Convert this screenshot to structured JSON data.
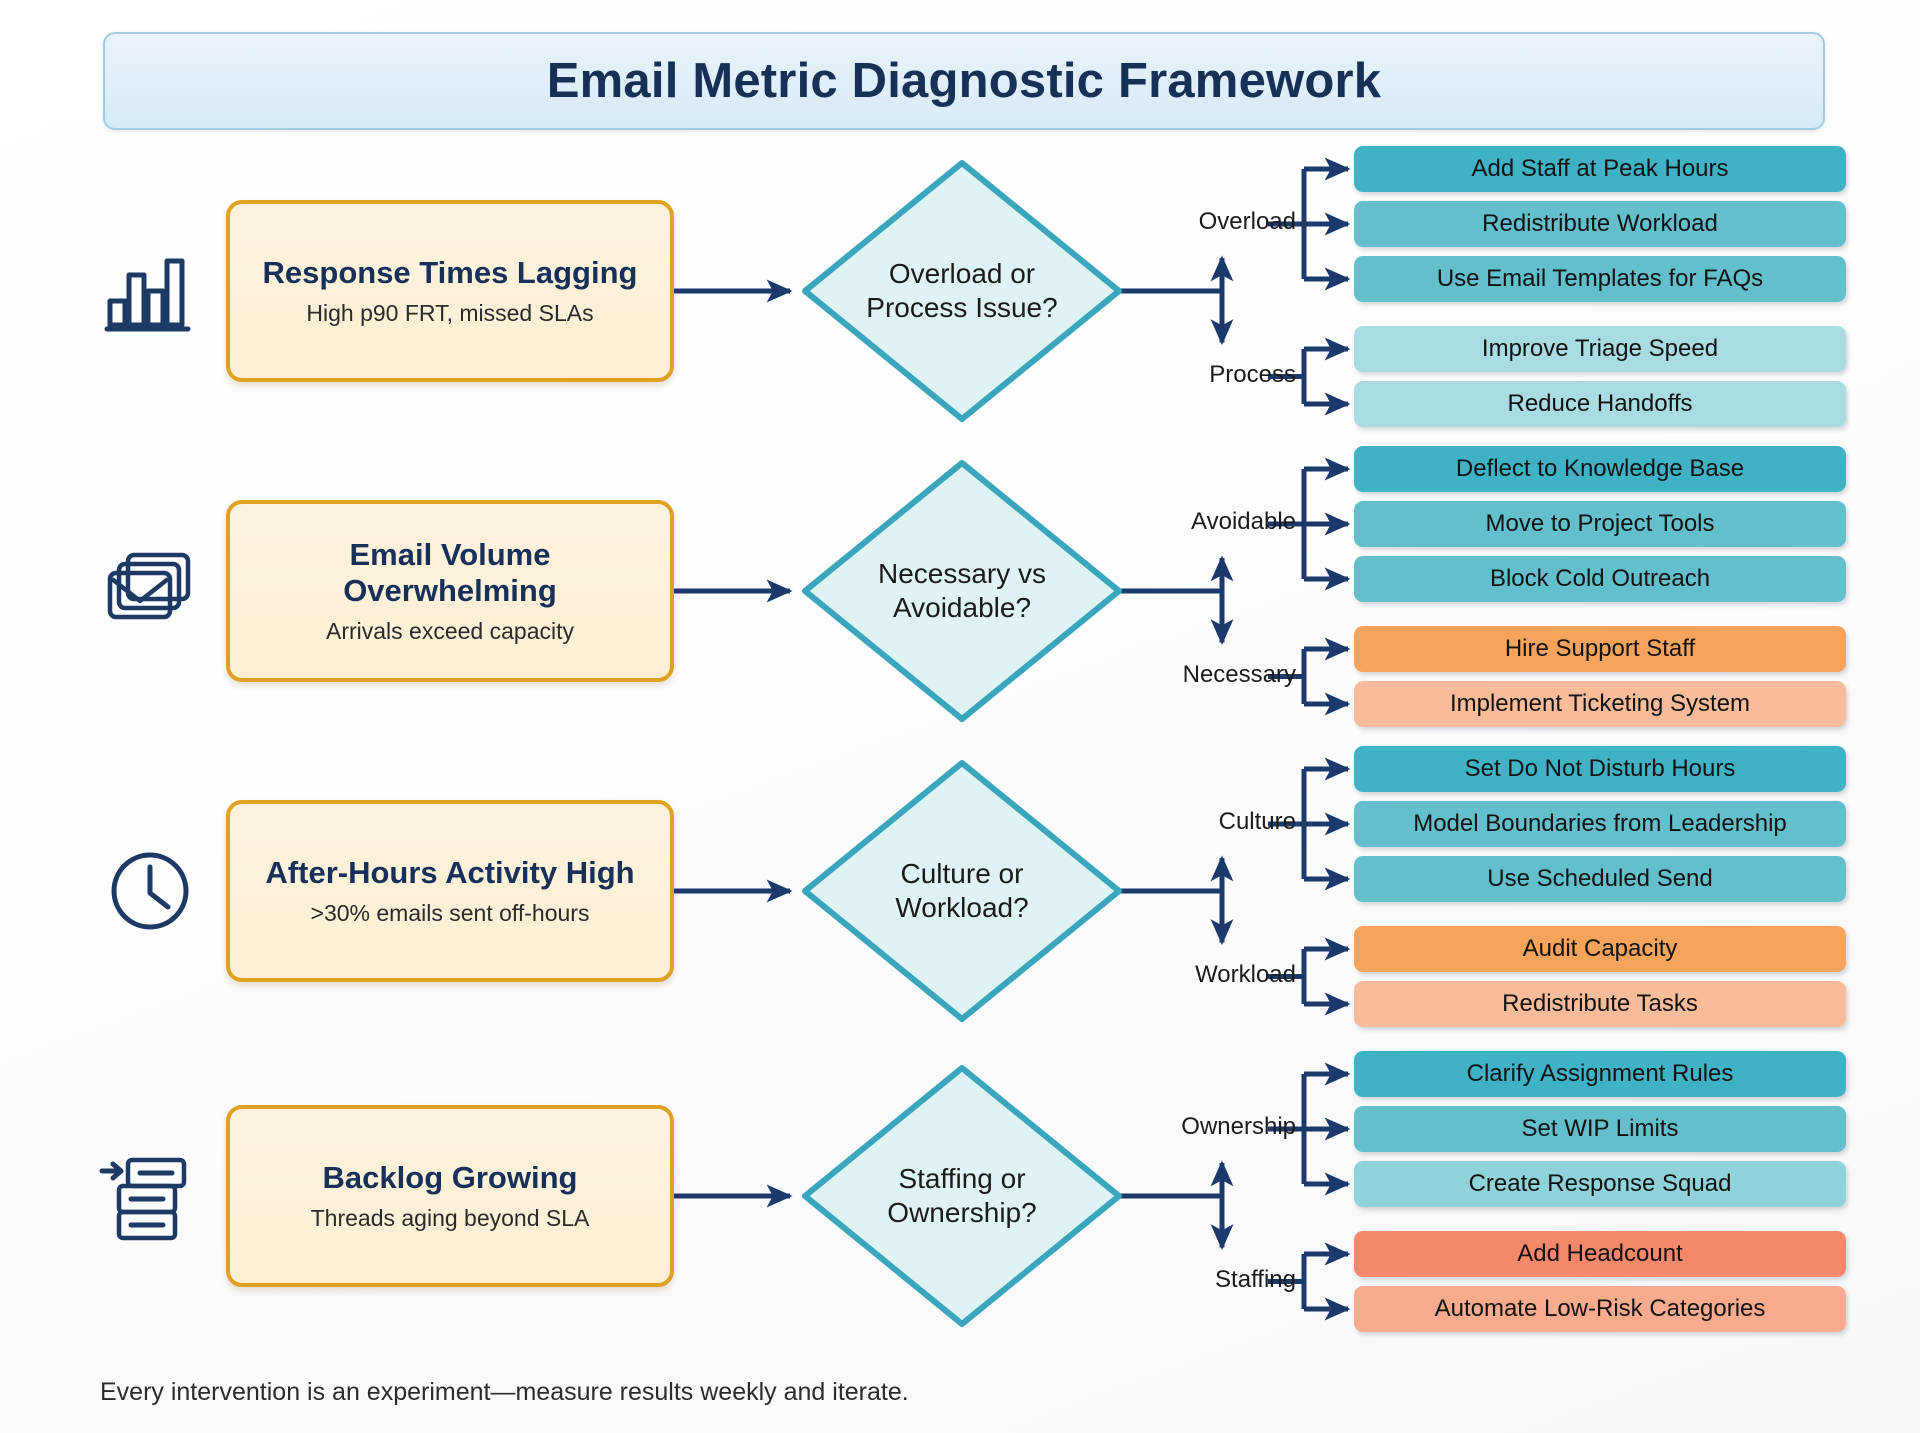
{
  "header": {
    "title": "Email Metric Diagnostic Framework"
  },
  "footer": {
    "note": "Every intervention is an experiment—measure results weekly and iterate."
  },
  "colors": {
    "banner_bg": "#e3f0fa",
    "banner_border": "#9ecde2",
    "title_text": "#173156",
    "problem_fill": "#fcefd4",
    "problem_border": "#e0a021",
    "problem_title": "#16305a",
    "diamond_fill": "#dff3f5",
    "diamond_border": "#3aa6bd",
    "arrow": "#1b3a6b",
    "teal_dark": "#3fb2c6",
    "teal_mid": "#63bfcc",
    "teal_light": "#8fd2da",
    "teal_pale": "#a9dce2",
    "orange": "#f6a35c",
    "orange_light": "#f9bc9a",
    "salmon": "#f5876a",
    "salmon_light": "#f9ab8e"
  },
  "rows": [
    {
      "icon": "bar-chart-icon",
      "problem": {
        "title": "Response Times Lagging",
        "subtitle": "High p90 FRT, missed SLAs"
      },
      "decision": "Overload or Process Issue?",
      "branches": [
        {
          "label": "Overload",
          "actions": [
            {
              "label": "Add Staff at Peak Hours",
              "color": "#3fb2c6"
            },
            {
              "label": "Redistribute Workload",
              "color": "#63bfcc"
            },
            {
              "label": "Use Email Templates for FAQs",
              "color": "#63bfcc"
            }
          ]
        },
        {
          "label": "Process",
          "actions": [
            {
              "label": "Improve Triage Speed",
              "color": "#a9dce2"
            },
            {
              "label": "Reduce Handoffs",
              "color": "#a9dce2"
            }
          ]
        }
      ]
    },
    {
      "icon": "stacked-envelope-icon",
      "problem": {
        "title": "Email Volume Overwhelming",
        "subtitle": "Arrivals exceed capacity"
      },
      "decision": "Necessary vs Avoidable?",
      "branches": [
        {
          "label": "Avoidable",
          "actions": [
            {
              "label": "Deflect to Knowledge Base",
              "color": "#3fb2c6"
            },
            {
              "label": "Move to Project Tools",
              "color": "#63bfcc"
            },
            {
              "label": "Block Cold Outreach",
              "color": "#63bfcc"
            }
          ]
        },
        {
          "label": "Necessary",
          "actions": [
            {
              "label": "Hire Support Staff",
              "color": "#f6a35c"
            },
            {
              "label": "Implement Ticketing System",
              "color": "#f9bc9a"
            }
          ]
        }
      ]
    },
    {
      "icon": "clock-icon",
      "problem": {
        "title": "After-Hours Activity High",
        "subtitle": ">30% emails sent off-hours"
      },
      "decision": "Culture or Workload?",
      "branches": [
        {
          "label": "Culture",
          "actions": [
            {
              "label": "Set Do Not Disturb Hours",
              "color": "#3fb2c6"
            },
            {
              "label": "Model Boundaries from Leadership",
              "color": "#63bfcc"
            },
            {
              "label": "Use Scheduled Send",
              "color": "#63bfcc"
            }
          ]
        },
        {
          "label": "Workload",
          "actions": [
            {
              "label": "Audit Capacity",
              "color": "#f6a35c"
            },
            {
              "label": "Redistribute Tasks",
              "color": "#f9bc9a"
            }
          ]
        }
      ]
    },
    {
      "icon": "backlog-stack-icon",
      "problem": {
        "title": "Backlog Growing",
        "subtitle": "Threads aging beyond SLA"
      },
      "decision": "Staffing or Ownership?",
      "branches": [
        {
          "label": "Ownership",
          "actions": [
            {
              "label": "Clarify Assignment Rules",
              "color": "#3fb2c6"
            },
            {
              "label": "Set WIP Limits",
              "color": "#63bfcc"
            },
            {
              "label": "Create Response Squad",
              "color": "#8fd2da"
            }
          ]
        },
        {
          "label": "Staffing",
          "actions": [
            {
              "label": "Add Headcount",
              "color": "#f5876a"
            },
            {
              "label": "Automate Low-Risk Categories",
              "color": "#f9ab8e"
            }
          ]
        }
      ]
    }
  ]
}
